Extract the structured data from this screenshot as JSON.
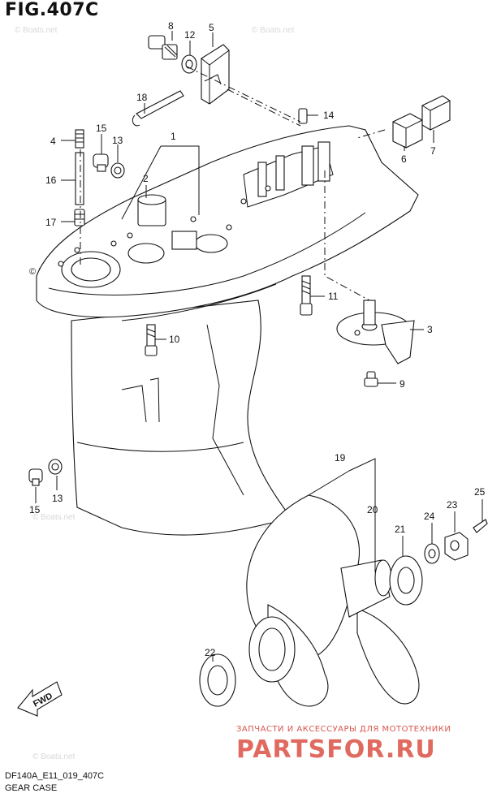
{
  "figure": {
    "title": "FIG.407C",
    "caption_code": "DF140A_E11_019_407C",
    "caption_name": "GEAR CASE"
  },
  "callouts": {
    "c1": "1",
    "c2": "2",
    "c3": "3",
    "c4": "4",
    "c5": "5",
    "c6": "6",
    "c7": "7",
    "c8": "8",
    "c9": "9",
    "c10": "10",
    "c11": "11",
    "c12": "12",
    "c13a": "13",
    "c13b": "13",
    "c14": "14",
    "c15a": "15",
    "c15b": "15",
    "c16": "16",
    "c17": "17",
    "c18": "18",
    "c19": "19",
    "c20": "20",
    "c21": "21",
    "c22": "22",
    "c23": "23",
    "c24": "24",
    "c25": "25"
  },
  "fwd_label": "FWD",
  "watermarks": {
    "w1": "© Boats.net",
    "w2": "© Boats.net",
    "w3": "© Boats.net",
    "w4": "© Boats.net",
    "w5": "© Boats.net",
    "w6": "© Boats.net"
  },
  "brand": {
    "tagline": "ЗАПЧАСТИ И АКСЕССУАРЫ ДЛЯ МОТОТЕХНИКИ",
    "name": "PARTSFOR.RU",
    "color": "#e06a60"
  }
}
